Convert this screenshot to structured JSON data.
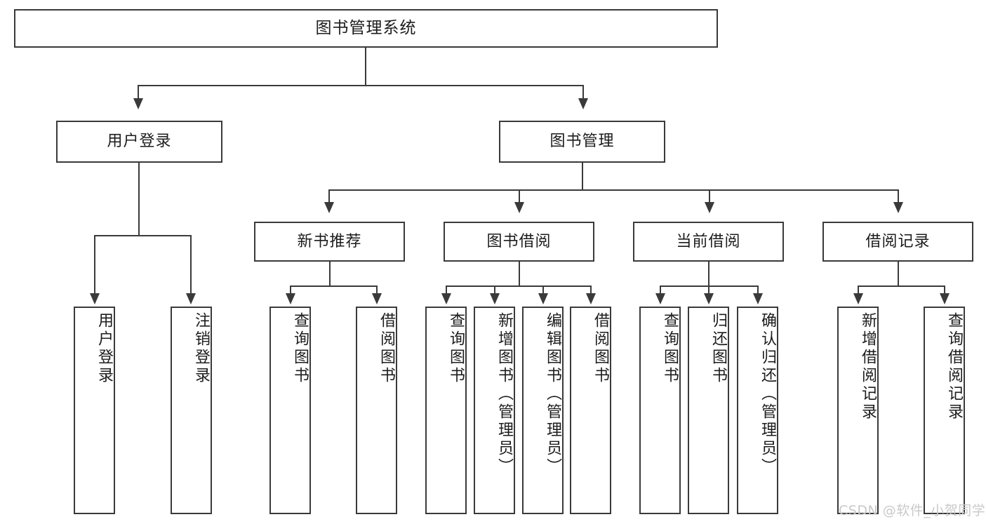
{
  "diagram": {
    "type": "tree-hierarchy-chart",
    "title": "图书管理系统",
    "colors": {
      "stroke": "#3a3a3a",
      "box_fill": "#ffffff",
      "text": "#1c1c1c",
      "watermark": "#c9c9c9"
    },
    "levels": {
      "root": {
        "label": "图书管理系统"
      },
      "level2": [
        {
          "id": "user-login",
          "label": "用户登录"
        },
        {
          "id": "book-management",
          "label": "图书管理"
        }
      ],
      "level3": [
        {
          "id": "new-book-recommend",
          "label": "新书推荐"
        },
        {
          "id": "book-borrow",
          "label": "图书借阅"
        },
        {
          "id": "current-borrow",
          "label": "当前借阅"
        },
        {
          "id": "borrow-record",
          "label": "借阅记录"
        }
      ],
      "leaves": {
        "user_login": [
          {
            "id": "leaf-user-login",
            "label": "用户登录"
          },
          {
            "id": "leaf-logout",
            "label": "注销登录"
          }
        ],
        "new_book_recommend": [
          {
            "id": "leaf-query-book-1",
            "label": "查询图书"
          },
          {
            "id": "leaf-borrow-book-1",
            "label": "借阅图书"
          }
        ],
        "book_borrow": [
          {
            "id": "leaf-query-book-2",
            "label": "查询图书"
          },
          {
            "id": "leaf-add-book",
            "label": "新增图书（管理员）"
          },
          {
            "id": "leaf-edit-book",
            "label": "编辑图书（管理员）"
          },
          {
            "id": "leaf-borrow-book-2",
            "label": "借阅图书"
          }
        ],
        "current_borrow": [
          {
            "id": "leaf-query-book-3",
            "label": "查询图书"
          },
          {
            "id": "leaf-return-book",
            "label": "归还图书"
          },
          {
            "id": "leaf-confirm-return",
            "label": "确认归还（管理员）"
          }
        ],
        "borrow_record": [
          {
            "id": "leaf-add-record",
            "label": "新增借阅记录"
          },
          {
            "id": "leaf-query-record",
            "label": "查询借阅记录"
          }
        ]
      }
    }
  },
  "watermark": {
    "text": "CSDN @软件_小贺同学"
  }
}
